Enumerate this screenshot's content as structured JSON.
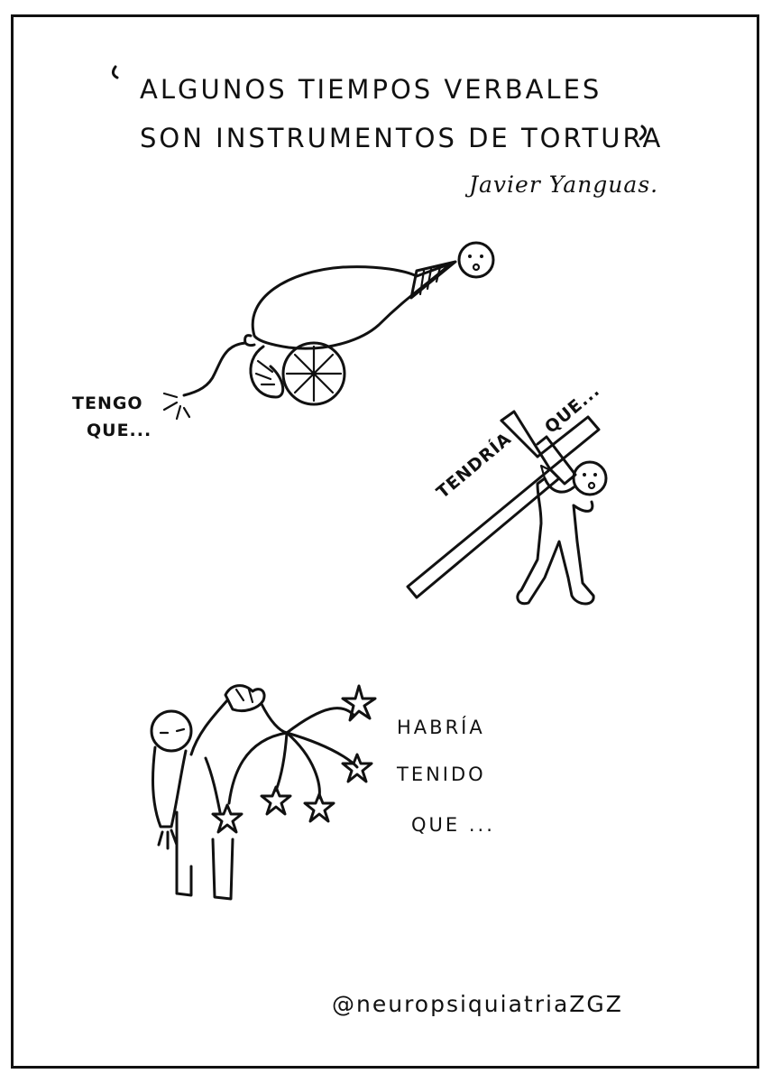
{
  "quote": {
    "line1": "ALGUNOS TIEMPOS VERBALES",
    "line2": "SON INSTRUMENTOS DE TORTURA",
    "author": "Javier Yanguas."
  },
  "panels": {
    "cannon": {
      "label_line1": "TENGO",
      "label_line2": "QUE..."
    },
    "cross": {
      "label_long": "TENDRÍA",
      "label_short": "QUE..."
    },
    "stars": {
      "line1": "HABRÍA",
      "line2": "TENIDO",
      "line3": "QUE ..."
    }
  },
  "footer": {
    "handle": "@neuropsiquiatriaZGZ"
  }
}
